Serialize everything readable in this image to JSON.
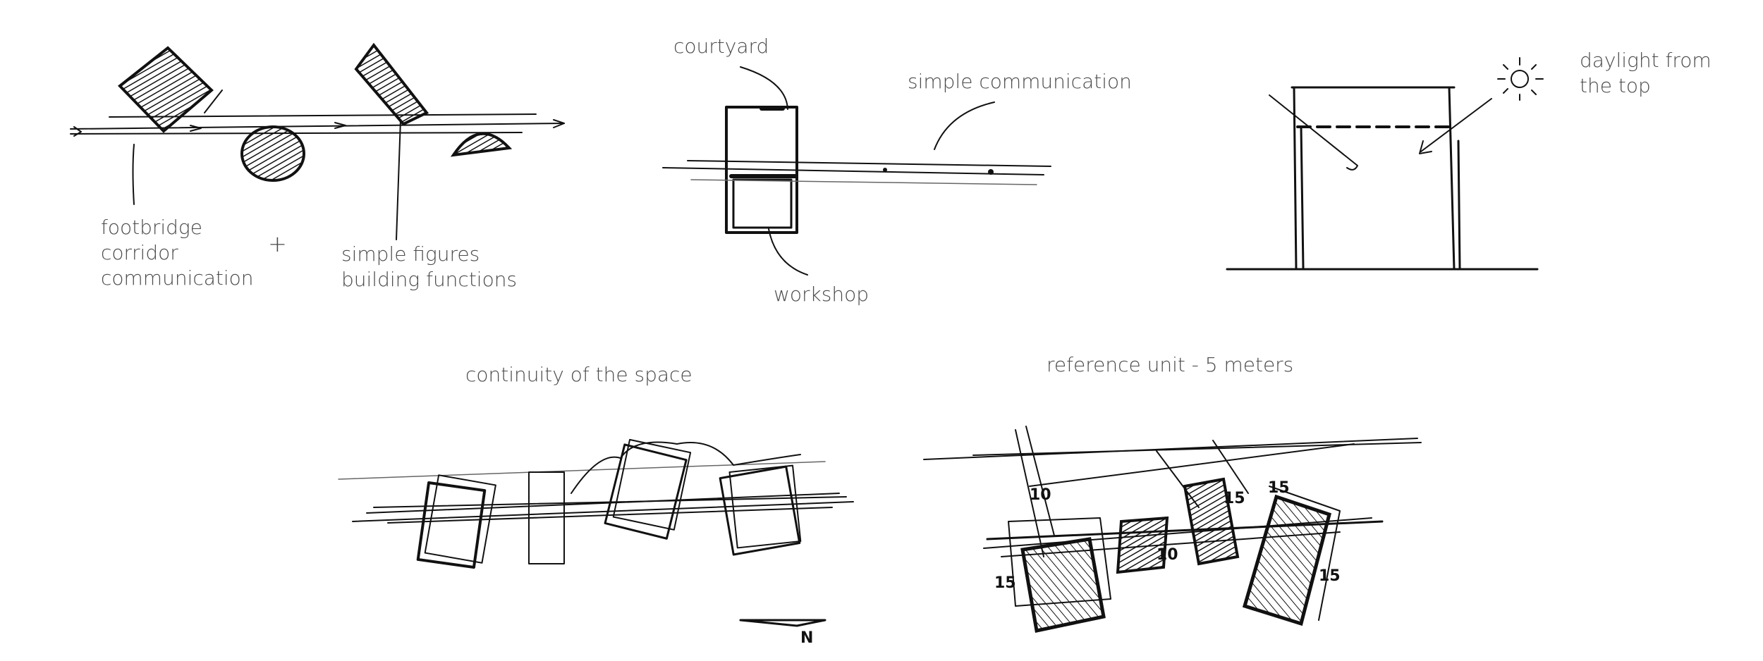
{
  "sketch_1": {
    "left_label": [
      "footbridge",
      "corridor",
      "communication"
    ],
    "plus": "+",
    "right_label": [
      "simple figures",
      "building functions"
    ]
  },
  "sketch_2": {
    "courtyard": "courtyard",
    "workshop": "workshop",
    "simple_communication": "simple communication"
  },
  "sketch_3": {
    "daylight": [
      "daylight from",
      "the top"
    ]
  },
  "sketch_4": {
    "title": "continuity of the space",
    "north": "N"
  },
  "sketch_5": {
    "title": "reference unit - 5 meters",
    "dimensions": [
      "10",
      "15",
      "10",
      "15",
      "15",
      "15"
    ]
  },
  "colors": {
    "ink": "#111111",
    "text": "#4a4a4a",
    "background": "#ffffff"
  }
}
